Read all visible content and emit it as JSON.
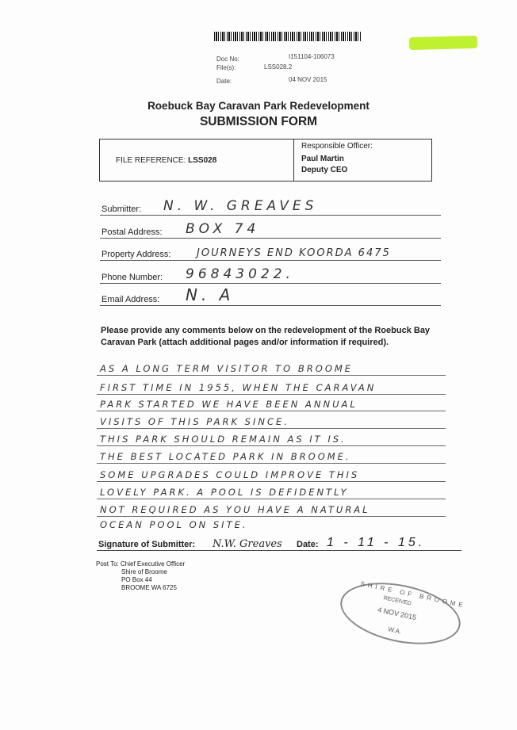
{
  "header": {
    "doc_no_label": "Doc No:",
    "doc_no": "I151104-106073",
    "files_label": "File(s):",
    "files": "LSS028.2",
    "date_label": "Date:",
    "date": "04 NOV 2015"
  },
  "title": "Roebuck Bay Caravan Park Redevelopment",
  "subtitle": "SUBMISSION FORM",
  "box": {
    "file_ref_label": "FILE REFERENCE:",
    "file_ref": "LSS028",
    "officer_label": "Responsible Officer:",
    "officer_name": "Paul Martin",
    "officer_title": "Deputy CEO"
  },
  "fields": [
    {
      "label": "Submitter:",
      "value": "N. W. GREAVES"
    },
    {
      "label": "Postal Address:",
      "value": "BOX 74"
    },
    {
      "label": "Property Address:",
      "value": "JOURNEYS END  KOORDA  6475"
    },
    {
      "label": "Phone Number:",
      "value": "96843022."
    },
    {
      "label": "Email Address:",
      "value": "N. A"
    }
  ],
  "instructions": "Please provide any comments below on the redevelopment of the Roebuck Bay Caravan Park (attach additional pages and/or information if required).",
  "comments": [
    "AS A LONG TERM VISITOR TO BROOME",
    "FIRST TIME IN 1955, WHEN THE CARAVAN",
    "PARK STARTED WE HAVE BEEN ANNUAL",
    "VISITS OF THIS PARK SINCE.",
    "THIS PARK SHOULD REMAIN AS IT IS.",
    "THE BEST LOCATED PARK IN BROOME.",
    "SOME UPGRADES COULD IMPROVE THIS",
    "LOVELY PARK. A POOL IS DEFIDENTLY",
    "NOT REQUIRED AS YOU HAVE A NATURAL",
    "OCEAN POOL ON SITE."
  ],
  "signature": {
    "label": "Signature of Submitter:",
    "value": "N.W. Greaves",
    "date_label": "Date:",
    "date": "1 - 11 - 15."
  },
  "post_to": {
    "label": "Post To:",
    "lines": [
      "Chief Executive Officer",
      "Shire of Broome",
      "PO Box 44",
      "BROOME  WA  6725"
    ]
  },
  "stamp": {
    "top": "SHIRE OF BROOME",
    "middle": "RECEIVED",
    "date": "4 NOV 2015",
    "bottom": "W.A."
  },
  "colors": {
    "highlight": "#b8f01a"
  }
}
